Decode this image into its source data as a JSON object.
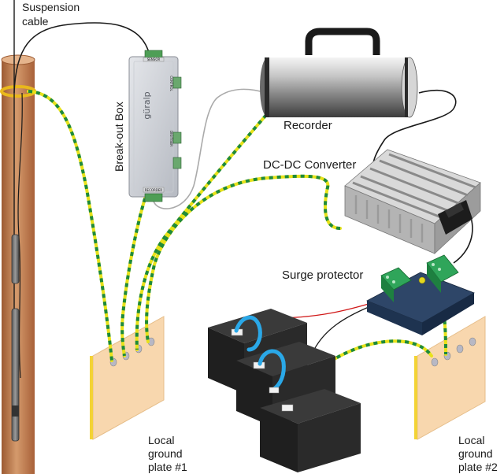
{
  "labels": {
    "suspension_cable": [
      "Suspension",
      "cable"
    ],
    "breakout_box": "Break-out Box",
    "recorder": "Recorder",
    "dcdc_converter": "DC-DC Converter",
    "surge_protector": "Surge protector",
    "ground_plate_1": [
      "Local",
      "ground",
      "plate #1"
    ],
    "ground_plate_2": [
      "Local",
      "ground",
      "plate #2"
    ]
  },
  "breakout_box": {
    "logo": "güralp",
    "ports": [
      "SENSOR",
      "CONTROL",
      "DIGITISER",
      "RECORDER"
    ]
  },
  "colors": {
    "ground_wire_yellow": "#e8e21a",
    "ground_wire_green": "#1e8a3a",
    "borehole": "#c8865a",
    "ground_plate": "#f8d7ae",
    "ground_plate_edge": "#f3d335",
    "battery_jumper": "#2aa8e8",
    "terminal_block": "#2fa55a",
    "positive_wire": "#d01818"
  },
  "icons": [
    "borehole-sensor-icon",
    "battery-icon",
    "dc-dc-converter-icon",
    "recorder-icon",
    "surge-protector-icon",
    "break-out-box-icon",
    "ground-plate-icon"
  ]
}
